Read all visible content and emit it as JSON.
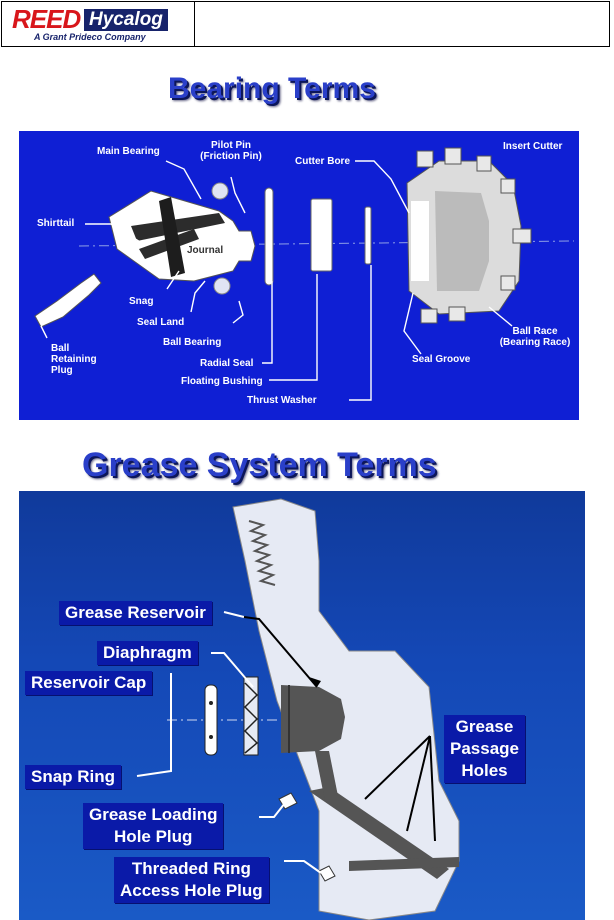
{
  "header": {
    "logo_reed": "REED",
    "logo_hycalog": "Hycalog",
    "logo_subtitle": "A Grant Prideco Company"
  },
  "bearing_section": {
    "title": "Bearing Terms",
    "labels": {
      "main_bearing": "Main Bearing",
      "pilot_pin_1": "Pilot Pin",
      "pilot_pin_2": "(Friction Pin)",
      "cutter_bore": "Cutter Bore",
      "insert_cutter": "Insert Cutter",
      "shirttail": "Shirttail",
      "journal": "Journal",
      "snag": "Snag",
      "seal_land": "Seal Land",
      "ball_bearing": "Ball Bearing",
      "radial_seal": "Radial Seal",
      "floating_bushing": "Floating Bushing",
      "thrust_washer": "Thrust Washer",
      "seal_groove": "Seal Groove",
      "ball_race_1": "Ball Race",
      "ball_race_2": "(Bearing Race)",
      "ball_retaining_1": "Ball",
      "ball_retaining_2": "Retaining",
      "ball_retaining_3": "Plug"
    }
  },
  "grease_section": {
    "title": "Grease System Terms",
    "labels": {
      "grease_reservoir": "Grease Reservoir",
      "diaphragm": "Diaphragm",
      "reservoir_cap": "Reservoir Cap",
      "snap_ring": "Snap Ring",
      "grease_passage_1": "Grease",
      "grease_passage_2": "Passage",
      "grease_passage_3": "Holes",
      "grease_loading_1": "Grease Loading",
      "grease_loading_2": "Hole Plug",
      "threaded_ring_1": "Threaded Ring",
      "threaded_ring_2": "Access Hole Plug"
    }
  },
  "colors": {
    "bearing_panel": "#0f1fd4",
    "grease_panel": "#1448b6",
    "label_box": "#0a1aa8",
    "title": "#2a3fc9",
    "logo_red": "#d8161b",
    "logo_navy": "#17236b"
  }
}
